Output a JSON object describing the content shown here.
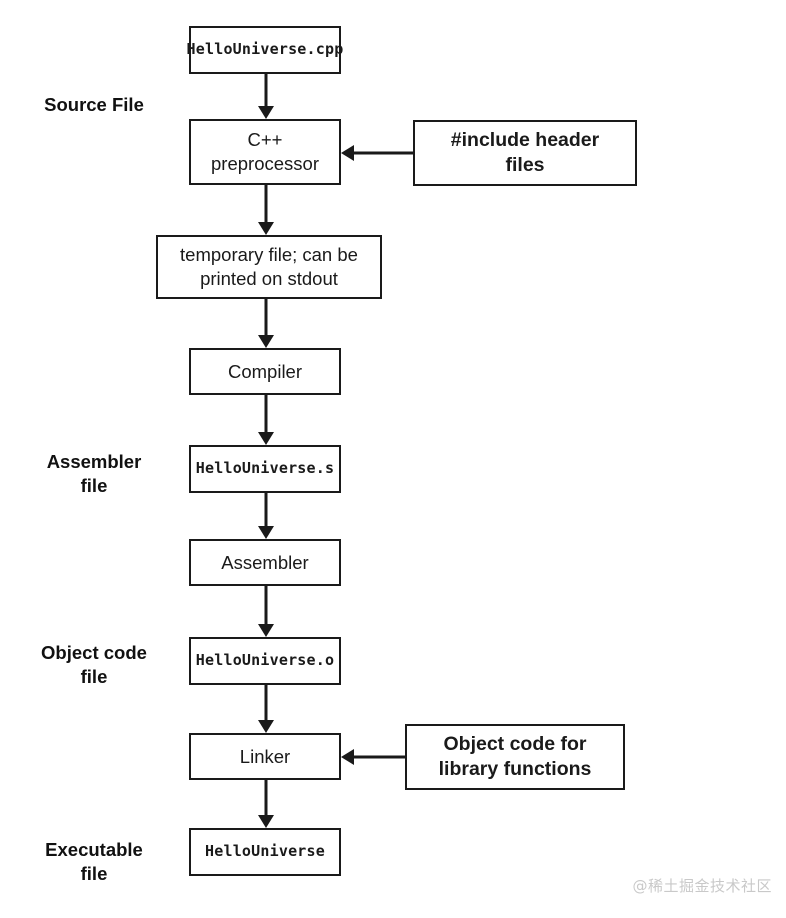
{
  "diagram": {
    "title": "C++ compilation pipeline",
    "background_color": "#ffffff",
    "line_color": "#1a1a1a",
    "stage_labels": [
      {
        "id": "source-file",
        "text": "Source File"
      },
      {
        "id": "assembler-file",
        "text": "Assembler\nfile"
      },
      {
        "id": "object-code-file",
        "text": "Object code\nfile"
      },
      {
        "id": "executable-file",
        "text": "Executable\nfile"
      }
    ],
    "nodes": [
      {
        "id": "hellouniverse-cpp",
        "text": "HelloUniverse.cpp",
        "style": "mono"
      },
      {
        "id": "cpp-preprocessor",
        "text": "C++\npreprocessor",
        "style": "sans"
      },
      {
        "id": "include-header-files",
        "text": "#include header\nfiles",
        "style": "sans-bold"
      },
      {
        "id": "temporary-file",
        "text": "temporary file; can be\nprinted on stdout",
        "style": "sans"
      },
      {
        "id": "compiler",
        "text": "Compiler",
        "style": "sans"
      },
      {
        "id": "hellouniverse-s",
        "text": "HelloUniverse.s",
        "style": "mono"
      },
      {
        "id": "assembler",
        "text": "Assembler",
        "style": "sans"
      },
      {
        "id": "hellouniverse-o",
        "text": "HelloUniverse.o",
        "style": "mono"
      },
      {
        "id": "linker",
        "text": "Linker",
        "style": "sans"
      },
      {
        "id": "object-code-library",
        "text": "Object code for\nlibrary functions",
        "style": "sans-bold"
      },
      {
        "id": "hellouniverse-exe",
        "text": "HelloUniverse",
        "style": "mono"
      }
    ],
    "edges": [
      {
        "from": "hellouniverse-cpp",
        "to": "cpp-preprocessor",
        "direction": "down"
      },
      {
        "from": "cpp-preprocessor",
        "to": "temporary-file",
        "direction": "down"
      },
      {
        "from": "temporary-file",
        "to": "compiler",
        "direction": "down"
      },
      {
        "from": "compiler",
        "to": "hellouniverse-s",
        "direction": "down"
      },
      {
        "from": "hellouniverse-s",
        "to": "assembler",
        "direction": "down"
      },
      {
        "from": "assembler",
        "to": "hellouniverse-o",
        "direction": "down"
      },
      {
        "from": "hellouniverse-o",
        "to": "linker",
        "direction": "down"
      },
      {
        "from": "linker",
        "to": "hellouniverse-exe",
        "direction": "down"
      },
      {
        "from": "include-header-files",
        "to": "cpp-preprocessor",
        "direction": "left"
      },
      {
        "from": "object-code-library",
        "to": "linker",
        "direction": "left"
      }
    ]
  },
  "watermark": {
    "text": "@稀土掘金技术社区",
    "color": "#c9c9c9"
  }
}
